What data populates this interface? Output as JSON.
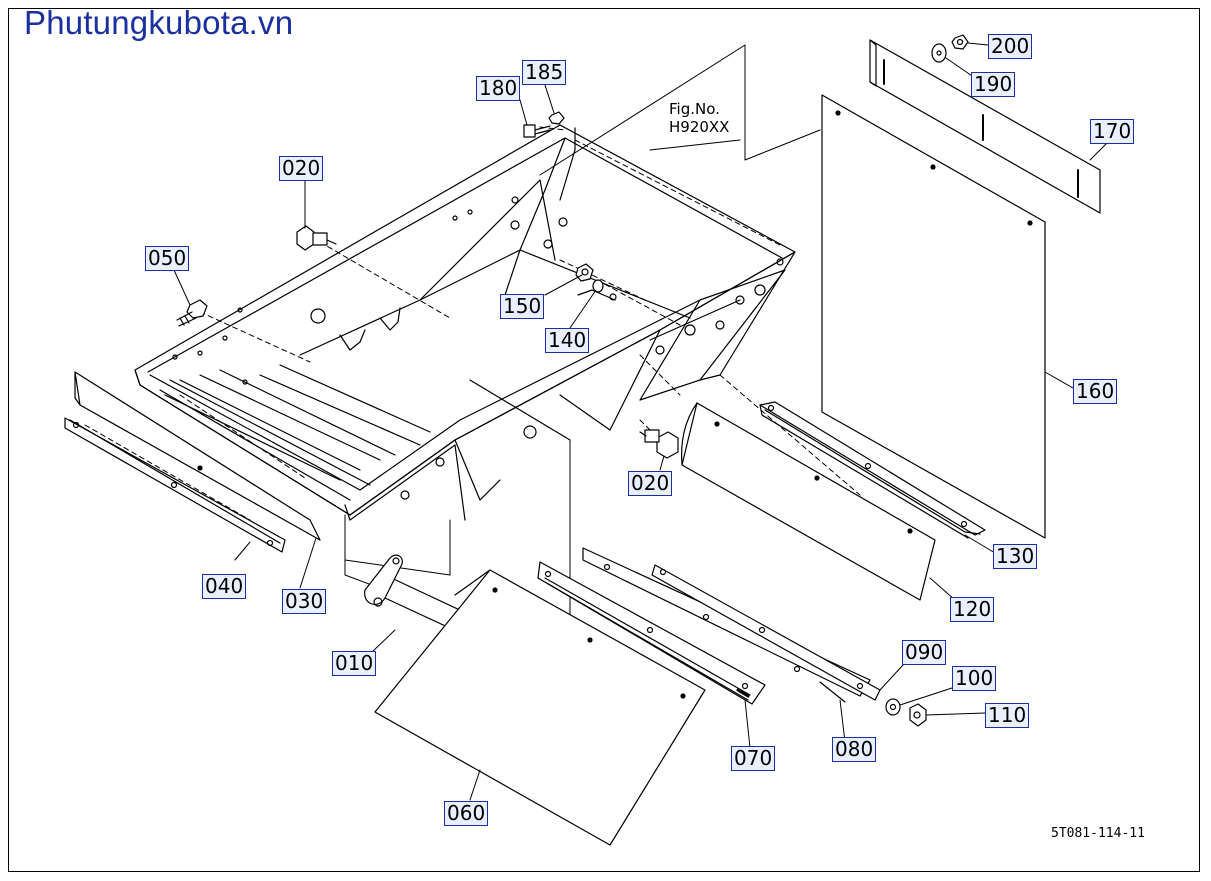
{
  "watermark": "Phutungkubota.vn",
  "figure_ref": {
    "line1": "Fig.No.",
    "line2": "H920XX"
  },
  "doc_code": "5T081-114-11",
  "callouts": {
    "c200": "200",
    "c190": "190",
    "c170": "170",
    "c180": "180",
    "c185": "185",
    "c020_top": "020",
    "c050": "050",
    "c150": "150",
    "c140": "140",
    "c160": "160",
    "c020_bottom": "020",
    "c130": "130",
    "c120": "120",
    "c040": "040",
    "c030": "030",
    "c010": "010",
    "c090": "090",
    "c100": "100",
    "c110": "110",
    "c070": "070",
    "c080": "080",
    "c060": "060"
  }
}
